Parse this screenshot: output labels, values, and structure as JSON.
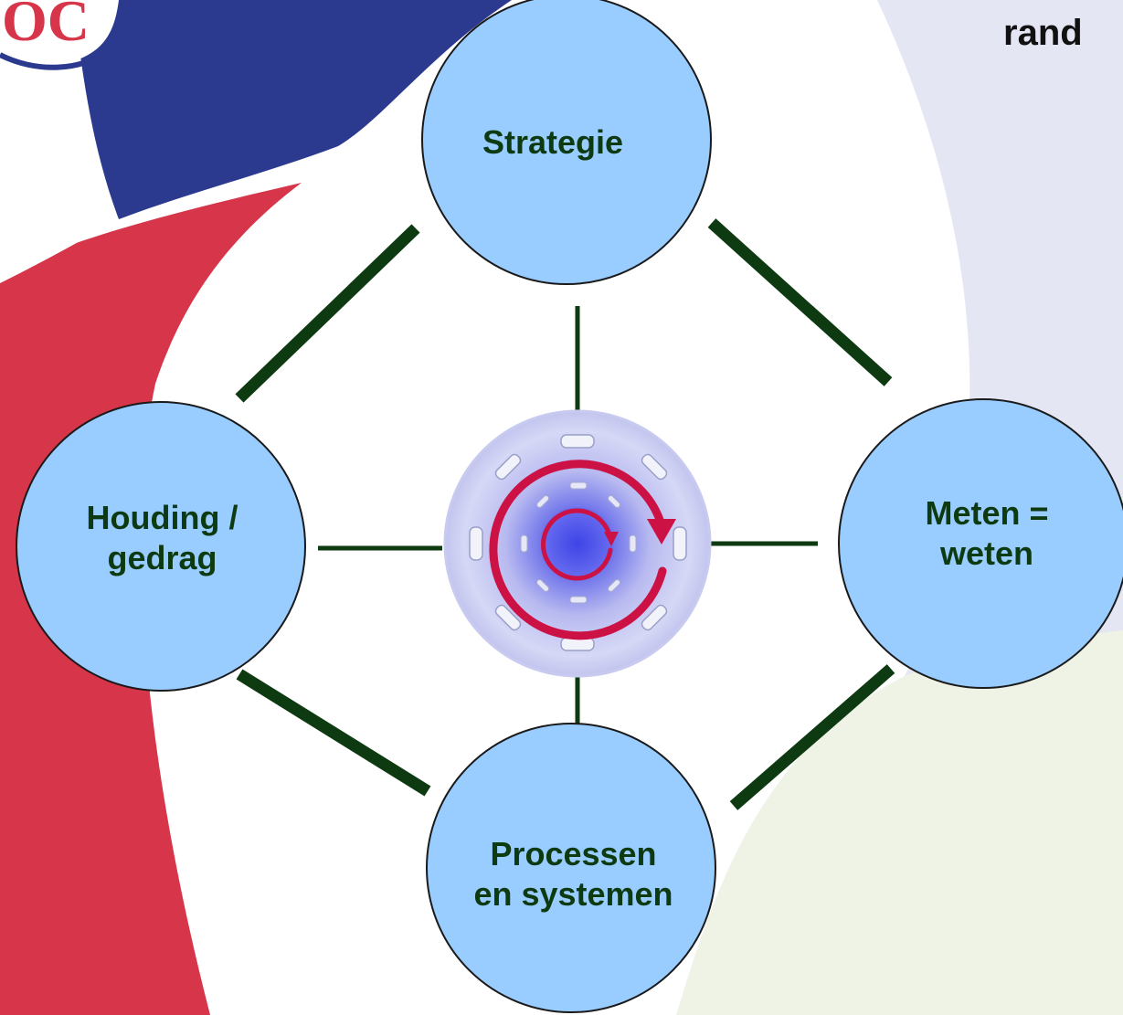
{
  "header": {
    "corner_title": "rand",
    "logo_text": "OC"
  },
  "nodes": {
    "strategie": {
      "label": "Strategie"
    },
    "meten": {
      "label_line1": "Meten =",
      "label_line2": "weten"
    },
    "houding": {
      "label_line1": "Houding /",
      "label_line2": "gedrag"
    },
    "processen": {
      "label_line1": "Processen",
      "label_line2": "en systemen"
    }
  },
  "colors": {
    "circle_fill": "#99ccff",
    "circle_stroke": "#1a1a1a",
    "connector": "#0e3a12",
    "label_text": "#0e3a12",
    "cycle_arrow": "#cc1144",
    "bg_red": "#d6354a",
    "bg_blue": "#2b3a8f",
    "bg_lavender": "#e6e8f3",
    "bg_green": "#eef3e5"
  },
  "center": {
    "icon": "cycle-hub-icon"
  }
}
